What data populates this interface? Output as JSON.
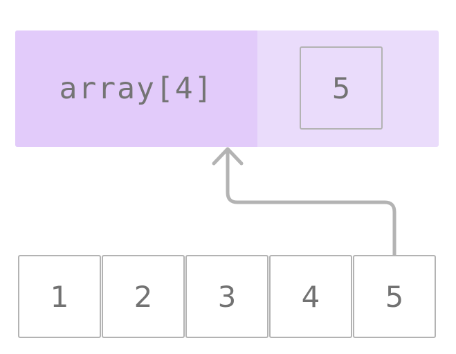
{
  "access": {
    "expression": "array[4]",
    "value": "5"
  },
  "array": {
    "cells": [
      "1",
      "2",
      "3",
      "4",
      "5"
    ],
    "highlighted_index": 4
  },
  "colors": {
    "panel_background": "#eadcfb",
    "expression_background": "#e2cbfa",
    "border": "#b3b3b3",
    "text": "#727272",
    "connector": "#b3b3b3"
  }
}
